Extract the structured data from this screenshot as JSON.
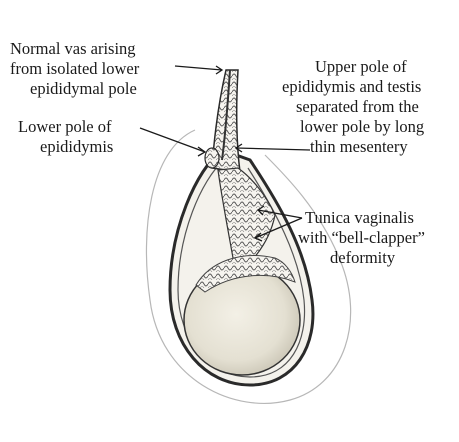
{
  "labels": {
    "vas": [
      "Normal vas arising",
      "from isolated lower",
      "epididymal pole"
    ],
    "lower_pole": [
      "Lower pole of",
      "epididymis"
    ],
    "upper_pole": [
      "Upper pole of",
      "epididymis and testis",
      "separated from the",
      "lower pole by long",
      "thin mesentery"
    ],
    "tunica": [
      "Tunica vaginalis",
      "with “bell-clapper”",
      "deformity"
    ]
  },
  "colors": {
    "ink": "#1a1a1a",
    "testis_fill": "#e7e3d6",
    "tunica_fill": "#f4f2ec",
    "outline": "#2a2a2a"
  }
}
